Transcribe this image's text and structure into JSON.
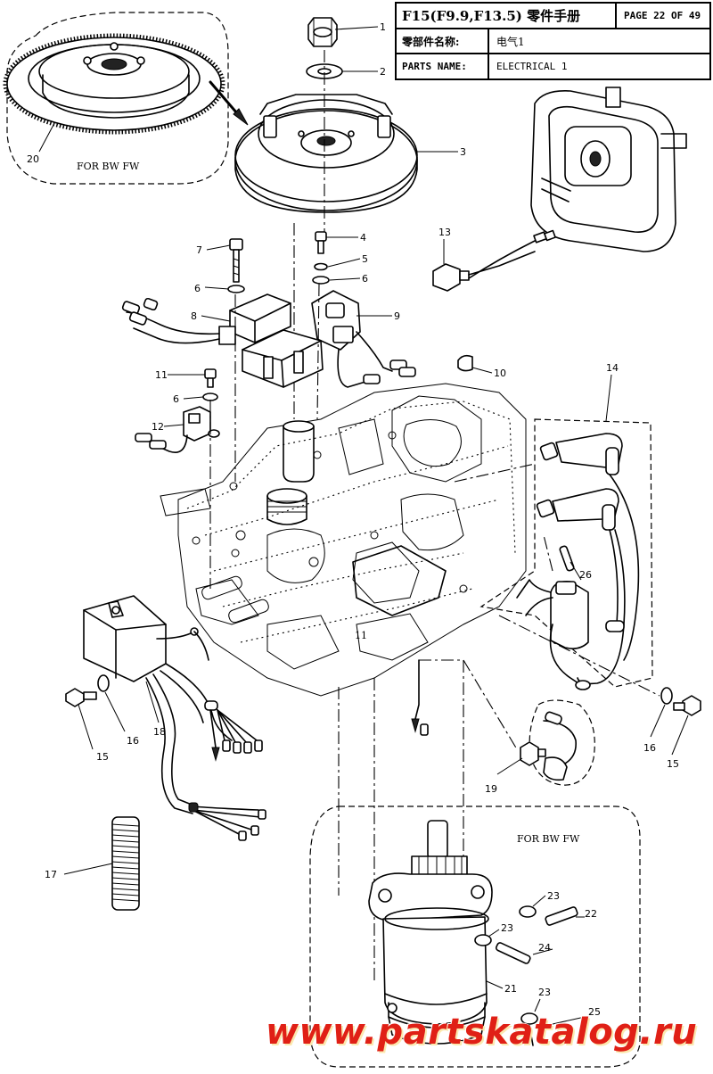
{
  "header": {
    "title": "F15(F9.9,F13.5) 零件手册",
    "page": "PAGE 22 OF 49",
    "parts_name_cn_label": "零部件名称:",
    "parts_name_cn_value": "电气1",
    "parts_name_en_label": "PARTS NAME:",
    "parts_name_en_value": "ELECTRICAL 1"
  },
  "notes": {
    "flywheel_variant": "FOR BW FW",
    "starter_variant": "FOR BW FW",
    "engine_marking": "11"
  },
  "callouts": [
    "1",
    "2",
    "3",
    "4",
    "5",
    "6",
    "6",
    "6",
    "7",
    "8",
    "9",
    "10",
    "11",
    "12",
    "13",
    "14",
    "15",
    "15",
    "16",
    "16",
    "17",
    "18",
    "19",
    "20",
    "21",
    "22",
    "23",
    "23",
    "23",
    "24",
    "25",
    "26"
  ],
  "watermark": "www.partskatalog.ru"
}
